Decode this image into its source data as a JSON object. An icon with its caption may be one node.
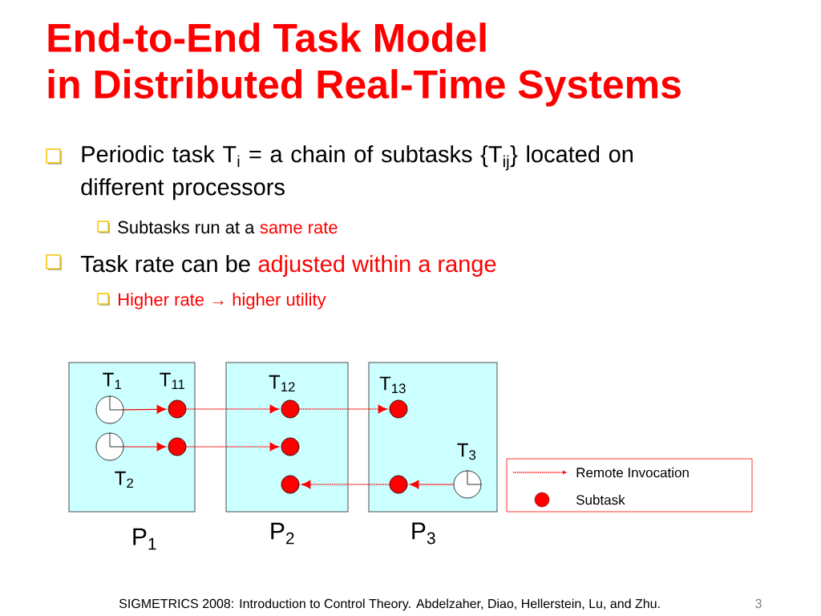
{
  "diagram": {
    "title": "End-to-End Task Model in Distributed Real-Time Systems",
    "nodes": [
      {
        "text": [],
        "shape": "box",
        "beside": [
          "P$_{1}$"
        ]
      },
      {
        "text": [],
        "shape": "clock",
        "in": 0,
        "beside": [
          "T$_{1}$"
        ]
      },
      {
        "text": [],
        "shape": "circle",
        "in": 0,
        "beside": [
          "T$_{11}$"
        ]
      },
      {
        "text": [],
        "shape": "clock",
        "in": 0,
        "beside": [
          "T$_{2}$"
        ]
      },
      {
        "text": [],
        "shape": "circle",
        "in": 0
      },
      {
        "text": [],
        "shape": "box",
        "beside": [
          "P$_{2}$"
        ]
      },
      {
        "text": [],
        "shape": "circle",
        "in": 5,
        "beside": [
          "T$_{12}$"
        ]
      },
      {
        "text": [],
        "shape": "circle",
        "in": 5
      },
      {
        "text": [],
        "shape": "circle",
        "in": 5
      },
      {
        "text": [],
        "shape": "box",
        "beside": [
          "P$_{3}$"
        ]
      },
      {
        "text": [],
        "shape": "circle",
        "in": 9,
        "beside": [
          "T$_{13}$"
        ]
      },
      {
        "text": [],
        "shape": "circle",
        "in": 9
      },
      {
        "text": [],
        "shape": "clock",
        "in": 9,
        "beside": [
          "T$_{3}$"
        ]
      }
    ],
    "edges": [
      {
        "from": 1,
        "to": 2,
        "arrow": "to"
      },
      {
        "from": 2,
        "to": 6,
        "arrow": "to",
        "style": "dashed"
      },
      {
        "from": 6,
        "to": 10,
        "arrow": "to",
        "style": "dashed"
      },
      {
        "from": 3,
        "to": 4,
        "arrow": "to"
      },
      {
        "from": 4,
        "to": 7,
        "arrow": "to",
        "style": "dashed"
      },
      {
        "from": 12,
        "to": 11,
        "arrow": "to"
      },
      {
        "from": 11,
        "to": 8,
        "arrow": "to",
        "style": "dashed"
      }
    ],
    "labels": [
      "Periodic task T$_{i}$ = a chain of subtasks {T$_{ij}$} located on different processors",
      "Subtasks run at a",
      "same rate",
      "Task rate can be",
      "adjusted within a range",
      "Higher rate → higher utility",
      "SIGMETRICS 2008: Introduction to Control Theory. Abdelzaher, Diao, Hellerstein, Lu, and Zhu.",
      "3"
    ],
    "legend": [
      {
        "text": "Remote Invocation"
      },
      {
        "text": "Subtask"
      }
    ]
  }
}
